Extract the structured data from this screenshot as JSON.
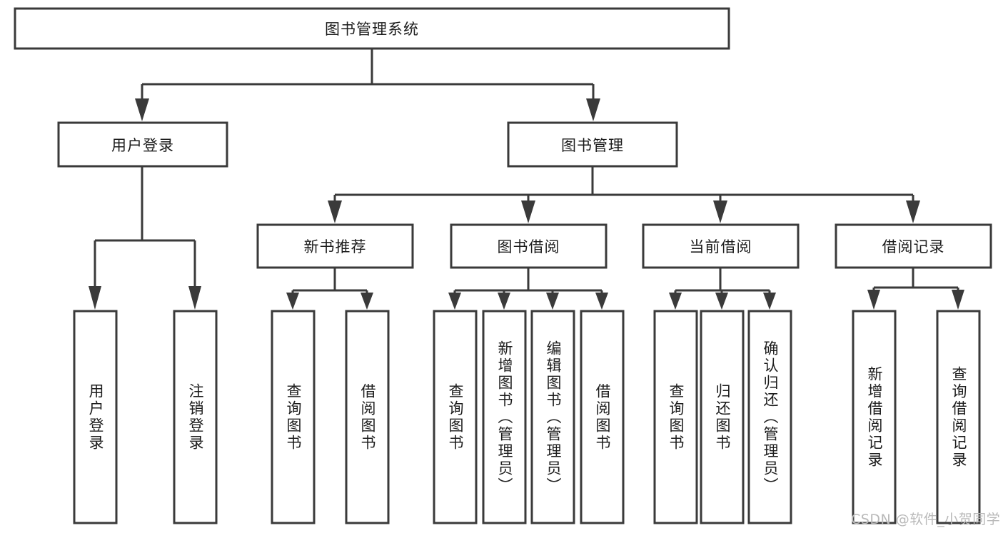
{
  "diagram": {
    "type": "tree",
    "title": "图书管理系统",
    "root": {
      "id": "root",
      "label": "图书管理系统",
      "orientation": "horizontal"
    },
    "level1": [
      {
        "id": "user-login",
        "label": "用户登录",
        "orientation": "horizontal"
      },
      {
        "id": "book-management",
        "label": "图书管理",
        "orientation": "horizontal"
      }
    ],
    "level2": [
      {
        "id": "new-book-recommend",
        "label": "新书推荐",
        "orientation": "horizontal",
        "parent": "book-management"
      },
      {
        "id": "book-borrow",
        "label": "图书借阅",
        "orientation": "horizontal",
        "parent": "book-management"
      },
      {
        "id": "current-borrow",
        "label": "当前借阅",
        "orientation": "horizontal",
        "parent": "book-management"
      },
      {
        "id": "borrow-record",
        "label": "借阅记录",
        "orientation": "horizontal",
        "parent": "book-management"
      }
    ],
    "leaves": [
      {
        "id": "leaf-user-login",
        "label": "用户登录",
        "orientation": "vertical",
        "parent": "user-login"
      },
      {
        "id": "leaf-logout-login",
        "label": "注销登录",
        "orientation": "vertical",
        "parent": "user-login"
      },
      {
        "id": "leaf-query-book-1",
        "label": "查询图书",
        "orientation": "vertical",
        "parent": "new-book-recommend"
      },
      {
        "id": "leaf-borrow-book-1",
        "label": "借阅图书",
        "orientation": "vertical",
        "parent": "new-book-recommend"
      },
      {
        "id": "leaf-query-book-2",
        "label": "查询图书",
        "orientation": "vertical",
        "parent": "book-borrow"
      },
      {
        "id": "leaf-add-book",
        "label": "新增图书（管理员）",
        "orientation": "vertical",
        "parent": "book-borrow"
      },
      {
        "id": "leaf-edit-book",
        "label": "编辑图书（管理员）",
        "orientation": "vertical",
        "parent": "book-borrow"
      },
      {
        "id": "leaf-borrow-book-2",
        "label": "借阅图书",
        "orientation": "vertical",
        "parent": "book-borrow"
      },
      {
        "id": "leaf-query-book-3",
        "label": "查询图书",
        "orientation": "vertical",
        "parent": "current-borrow"
      },
      {
        "id": "leaf-return-book",
        "label": "归还图书",
        "orientation": "vertical",
        "parent": "current-borrow"
      },
      {
        "id": "leaf-confirm-return",
        "label": "确认归还（管理员）",
        "orientation": "vertical",
        "parent": "current-borrow"
      },
      {
        "id": "leaf-add-borrow-record",
        "label": "新增借阅记录",
        "orientation": "vertical",
        "parent": "borrow-record"
      },
      {
        "id": "leaf-query-borrow-record",
        "label": "查询借阅记录",
        "orientation": "vertical",
        "parent": "borrow-record"
      }
    ]
  },
  "watermark": {
    "text": "CSDN @软件_小贺同学"
  },
  "colors": {
    "stroke": "#3a3a3a",
    "box_fill": "#ffffff",
    "text": "#1c1c1c",
    "background": "#ffffff",
    "watermark": "#b9b9b9"
  }
}
